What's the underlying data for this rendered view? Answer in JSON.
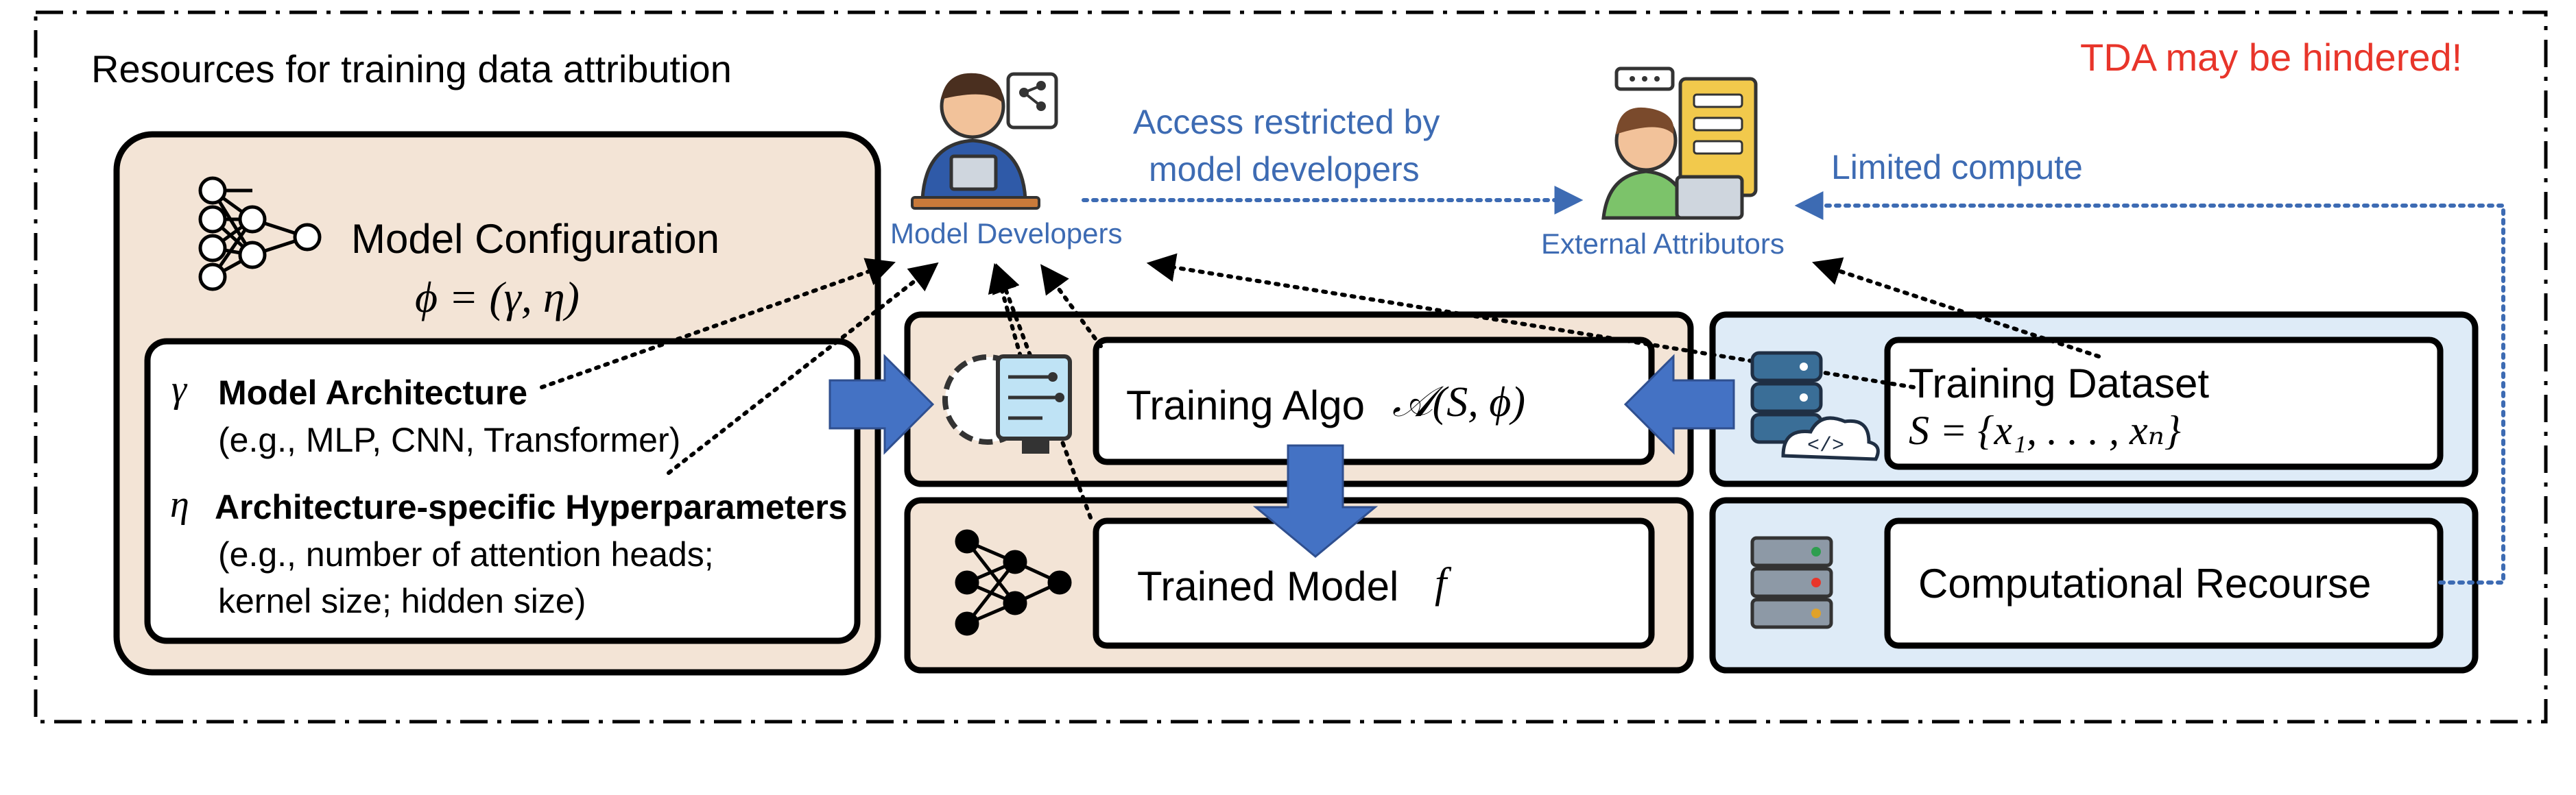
{
  "header": {
    "title": "Resources for training data attribution",
    "warning": "TDA may be hindered!"
  },
  "actors": {
    "developers": "Model Developers",
    "attributors": "External Attributors",
    "access_line1": "Access restricted by",
    "access_line2": "model developers",
    "compute_note": "Limited compute"
  },
  "config": {
    "title": "Model Configuration",
    "formula": "ϕ = (γ, η)",
    "arch_symbol": "γ",
    "arch_title": "Model Architecture",
    "arch_examples": "(e.g., MLP, CNN, Transformer)",
    "hyper_symbol": "η",
    "hyper_title": "Architecture-specific Hyperparameters",
    "hyper_examples_1": "(e.g., number of attention heads;",
    "hyper_examples_2": "kernel size; hidden size)"
  },
  "pipeline": {
    "algo_label": "Training Algo",
    "algo_formula": "𝒜(S, ϕ)",
    "model_label": "Trained Model",
    "model_symbol": "f",
    "dataset_label": "Training Dataset",
    "dataset_formula": "S = {x₁, . . . , xₙ}",
    "compute_label": "Computational Recourse"
  },
  "colors": {
    "tan": "#f3e4d6",
    "light_blue": "#deebf7",
    "arrow_blue": "#4472c4",
    "text_blue": "#3d6bb3",
    "warning_red": "#e8352a"
  }
}
